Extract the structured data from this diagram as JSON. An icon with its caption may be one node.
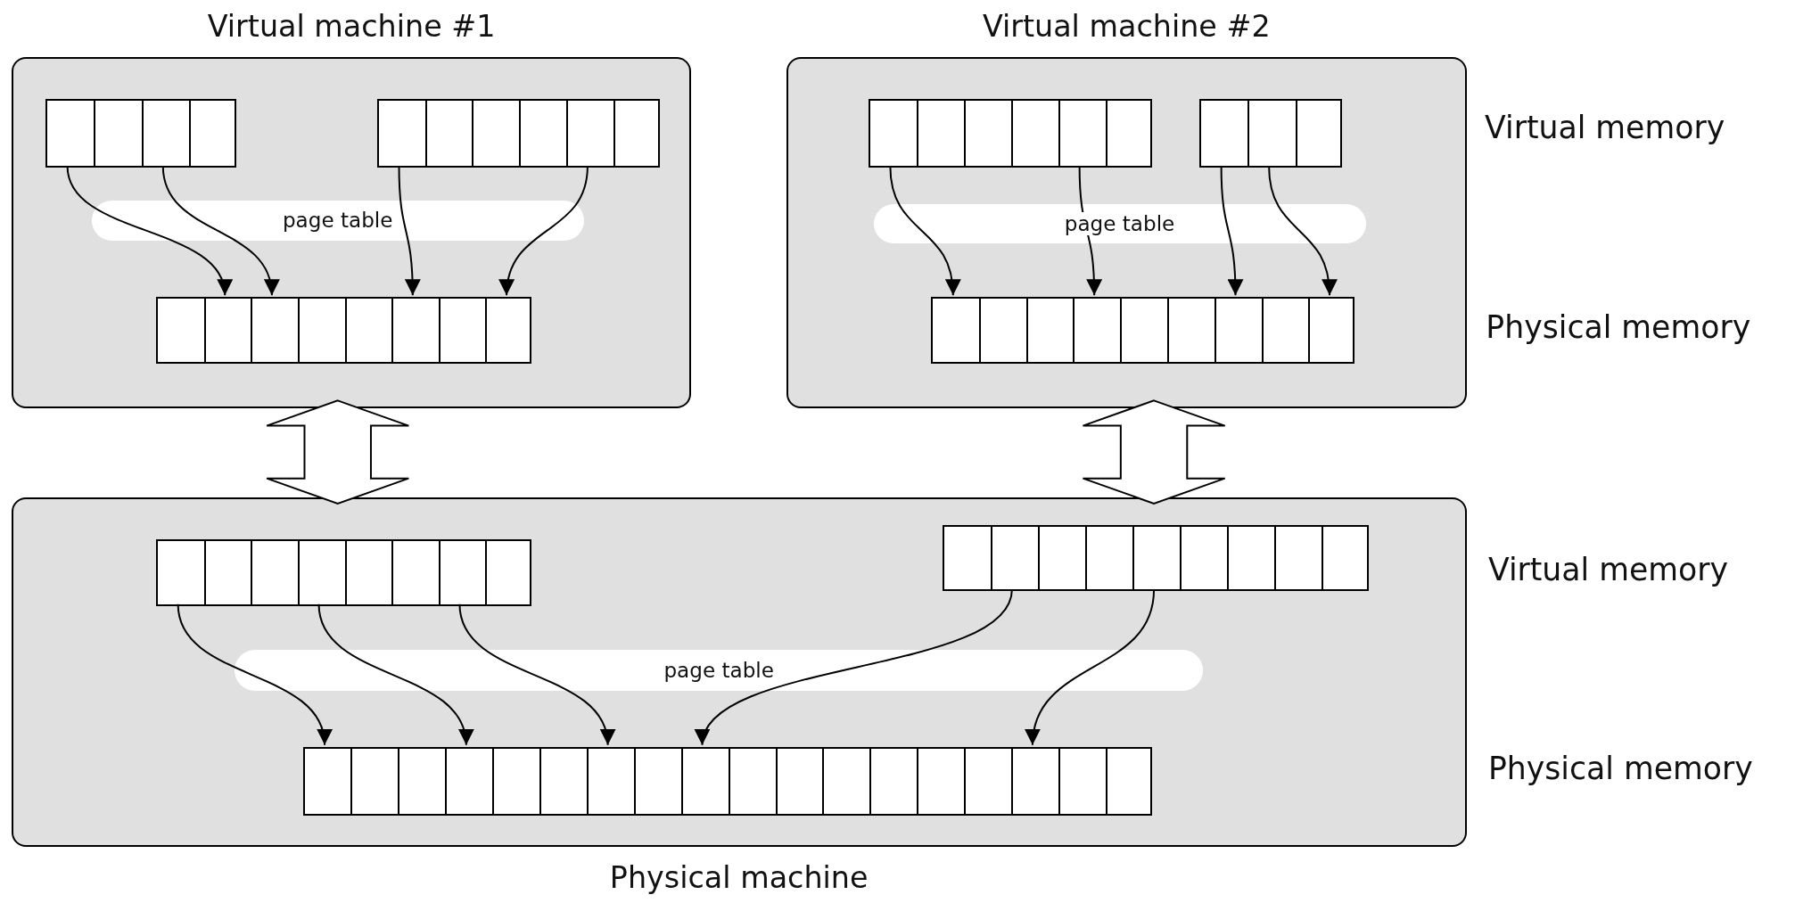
{
  "diagram": {
    "nodes": [
      {
        "text": [
          "Virtual machine #1"
        ]
      },
      {
        "text": [],
        "shape": "box",
        "in": 0
      },
      {
        "text": [],
        "shape": "box",
        "in": 0
      },
      {
        "text": [],
        "shape": "box",
        "in": 0
      },
      {
        "text": [
          "Virtual machine #2"
        ]
      },
      {
        "text": [],
        "shape": "box",
        "in": 4
      },
      {
        "text": [],
        "shape": "box",
        "in": 4
      },
      {
        "text": [],
        "shape": "box",
        "in": 4
      },
      {
        "text": [
          "Physical machine"
        ]
      },
      {
        "text": [],
        "shape": "box",
        "in": 8
      },
      {
        "text": [],
        "shape": "box",
        "in": 8
      },
      {
        "text": [],
        "shape": "box",
        "in": 8
      }
    ],
    "edges": [
      {
        "from": 0,
        "to": 8,
        "arrow": "both",
        "style": "thick"
      },
      {
        "from": 4,
        "to": 8,
        "arrow": "both",
        "style": "thick"
      },
      {
        "from": 1,
        "to": 3,
        "arrow": "to"
      },
      {
        "from": 1,
        "to": 3,
        "arrow": "to"
      },
      {
        "from": 2,
        "to": 3,
        "arrow": "to"
      },
      {
        "from": 2,
        "to": 3,
        "arrow": "to"
      },
      {
        "from": 5,
        "to": 7,
        "arrow": "to"
      },
      {
        "from": 5,
        "to": 7,
        "arrow": "to"
      },
      {
        "from": 6,
        "to": 7,
        "arrow": "to"
      },
      {
        "from": 6,
        "to": 7,
        "arrow": "to"
      },
      {
        "from": 9,
        "to": 11,
        "arrow": "to"
      },
      {
        "from": 9,
        "to": 11,
        "arrow": "to"
      },
      {
        "from": 9,
        "to": 11,
        "arrow": "to"
      },
      {
        "from": 10,
        "to": 11,
        "arrow": "to"
      },
      {
        "from": 10,
        "to": 11,
        "arrow": "to"
      }
    ],
    "labels": [
      "Virtual memory",
      "page table",
      "page table",
      "Physical memory",
      "Virtual memory",
      "page table",
      "Physical memory"
    ]
  }
}
